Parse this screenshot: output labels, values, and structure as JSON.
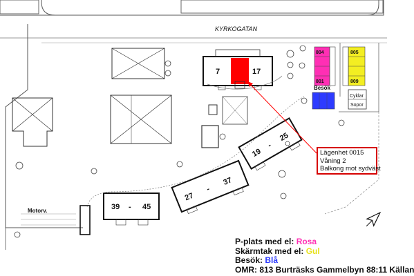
{
  "map": {
    "street": "KYRKOGATAN",
    "buildings": {
      "b7": "7",
      "b17": "17",
      "b19_25_from": "19",
      "b19_25_sep": "-",
      "b19_25_to": "25",
      "b27_37_from": "27",
      "b27_37_sep": "-",
      "b27_37_to": "37",
      "b39_45_from": "39",
      "b39_45_sep": "-",
      "b39_45_to": "45"
    },
    "parking": {
      "p804": "804",
      "p801": "801",
      "p805": "805",
      "p809": "809",
      "visitor": "Besök",
      "cyklar": "Cyklar",
      "sopor": "Sopor"
    },
    "motorv": "Motorv."
  },
  "annotation": {
    "line1": "Lägenhet 0015",
    "line2": "Våning 2",
    "line3": "Balkong mot sydväst"
  },
  "legend": {
    "pink_label": "P-plats med el: ",
    "pink_value": "Rosa",
    "yellow_label": "Skärmtak med el: ",
    "yellow_value": "Gul",
    "blue_label": "Besök: ",
    "blue_value": "Blå",
    "omr": "OMR: 813 Burträsks Gammelbyn 88:11 Källan"
  },
  "colors": {
    "pink": "#ff2fb4",
    "yellow": "#f3ee22",
    "blue": "#2d3bff",
    "highlight_red": "#ff0000",
    "annotation_border": "#d60000"
  },
  "icons": {
    "north_arrow": "north-arrow-icon"
  }
}
